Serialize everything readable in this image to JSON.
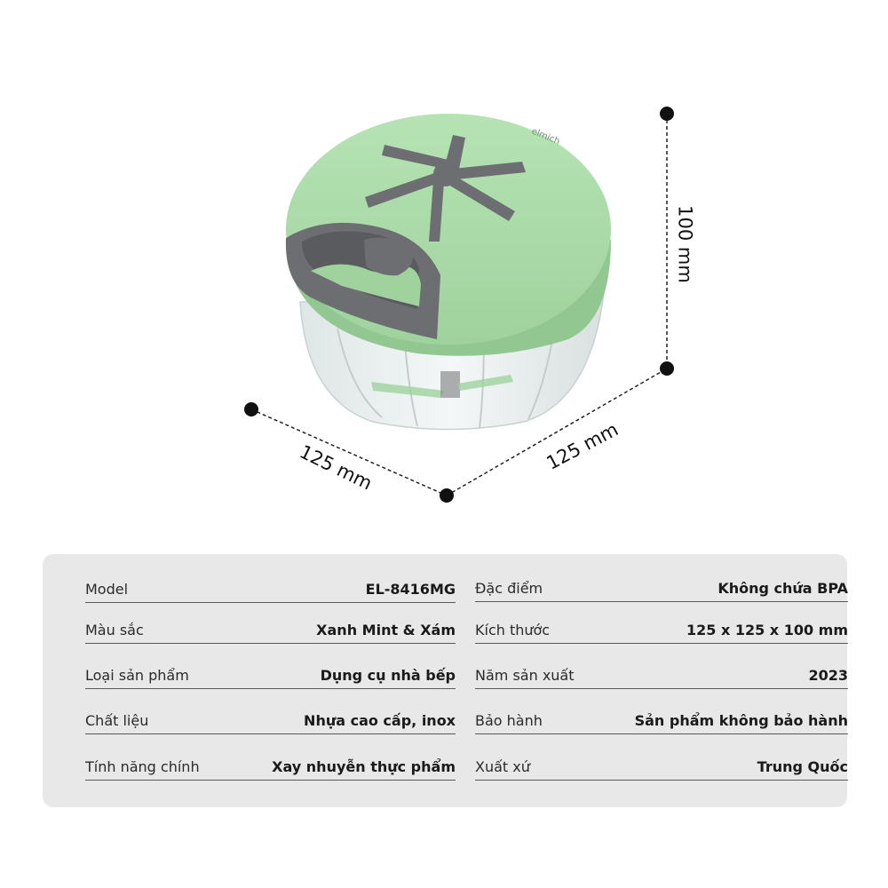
{
  "product": {
    "brand_mark": "elmich",
    "colors": {
      "lid_green": "#a8dba8",
      "accent_gray": "#6c6e72"
    }
  },
  "dimensions": {
    "height": "100 mm",
    "depth": "125 mm",
    "width": "125 mm"
  },
  "specs": {
    "left": [
      {
        "label": "Model",
        "value": "EL-8416MG"
      },
      {
        "label": "Màu sắc",
        "value": "Xanh Mint & Xám"
      },
      {
        "label": "Loại sản phẩm",
        "value": "Dụng cụ nhà bếp"
      },
      {
        "label": "Chất liệu",
        "value": "Nhựa cao cấp, inox"
      },
      {
        "label": "Tính năng chính",
        "value": "Xay nhuyễn thực phẩm"
      }
    ],
    "right": [
      {
        "label": "Đặc điểm",
        "value": "Không chứa BPA"
      },
      {
        "label": "Kích thước",
        "value": "125 x 125 x 100 mm"
      },
      {
        "label": "Năm sản xuất",
        "value": "2023"
      },
      {
        "label": "Bảo hành",
        "value": "Sản phẩm không bảo hành"
      },
      {
        "label": "Xuất xứ",
        "value": "Trung Quốc"
      }
    ]
  }
}
